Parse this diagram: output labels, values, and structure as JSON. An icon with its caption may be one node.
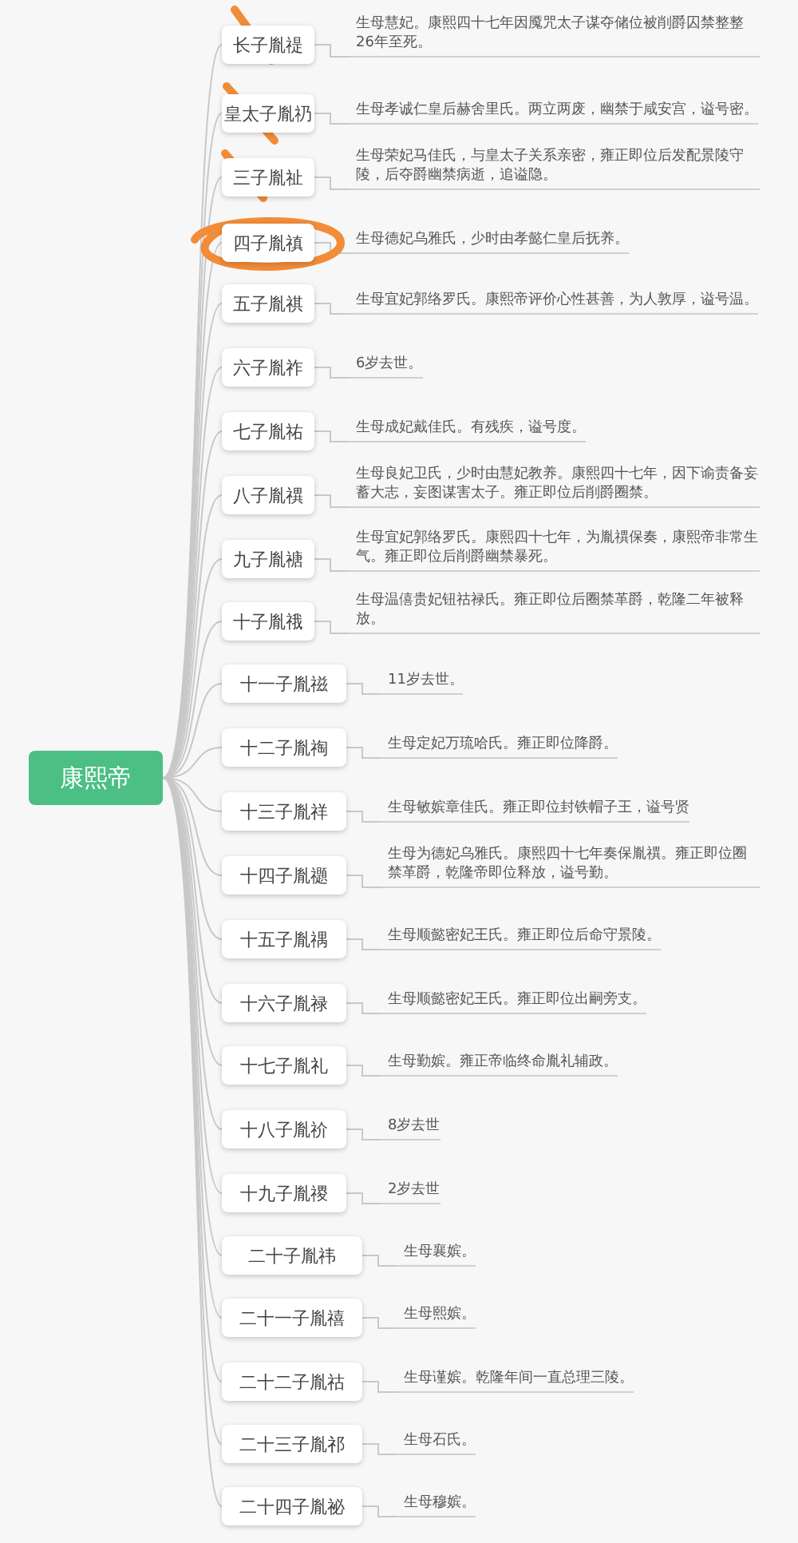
{
  "diagram": {
    "nodes": [
      {
        "text": [
          "康熙帝"
        ]
      },
      {
        "text": [
          "长子胤禔"
        ]
      },
      {
        "text": [
          "生母慧妃。康熙四十七年因魇咒太子谋夺储位被削爵囚禁整整26年至死。"
        ]
      },
      {
        "text": [
          "皇太子胤礽"
        ]
      },
      {
        "text": [
          "生母孝诚仁皇后赫舍里氏。两立两废，幽禁于咸安宫，谥号密。"
        ]
      },
      {
        "text": [
          "三子胤祉"
        ]
      },
      {
        "text": [
          "生母荣妃马佳氏，与皇太子关系亲密，雍正即位后发配景陵守陵，后夺爵幽禁病逝，追谥隐。"
        ]
      },
      {
        "text": [
          "四子胤禛"
        ]
      },
      {
        "text": [
          "生母德妃乌雅氏，少时由孝懿仁皇后抚养。"
        ]
      },
      {
        "text": [
          "五子胤祺"
        ]
      },
      {
        "text": [
          "生母宜妃郭络罗氏。康熙帝评价心性甚善，为人敦厚，谥号温。"
        ]
      },
      {
        "text": [
          "六子胤祚"
        ]
      },
      {
        "text": [
          "6岁去世。"
        ]
      },
      {
        "text": [
          "七子胤祐"
        ]
      },
      {
        "text": [
          "生母成妃戴佳氏。有残疾，谥号度。"
        ]
      },
      {
        "text": [
          "八子胤禩"
        ]
      },
      {
        "text": [
          "生母良妃卫氏，少时由慧妃教养。康熙四十七年，因下谕责备妄蓄大志，妄图谋害太子。雍正即位后削爵圈禁。"
        ]
      },
      {
        "text": [
          "九子胤禟"
        ]
      },
      {
        "text": [
          "生母宜妃郭络罗氏。康熙四十七年，为胤禩保奏，康熙帝非常生气。雍正即位后削爵幽禁暴死。"
        ]
      },
      {
        "text": [
          "十子胤䄉"
        ]
      },
      {
        "text": [
          "生母温僖贵妃钮祜禄氏。雍正即位后圈禁革爵，乾隆二年被释放。"
        ]
      },
      {
        "text": [
          "十一子胤禌"
        ]
      },
      {
        "text": [
          "11岁去世。"
        ]
      },
      {
        "text": [
          "十二子胤祹"
        ]
      },
      {
        "text": [
          "生母定妃万琉哈氏。雍正即位降爵。"
        ]
      },
      {
        "text": [
          "十三子胤祥"
        ]
      },
      {
        "text": [
          "生母敏嫔章佳氏。雍正即位封铁帽子王，谥号贤"
        ]
      },
      {
        "text": [
          "十四子胤禵"
        ]
      },
      {
        "text": [
          "生母为德妃乌雅氏。康熙四十七年奏保胤禩。雍正即位圈禁革爵，乾隆帝即位释放，谥号勤。"
        ]
      },
      {
        "text": [
          "十五子胤禑"
        ]
      },
      {
        "text": [
          "生母顺懿密妃王氏。雍正即位后命守景陵。"
        ]
      },
      {
        "text": [
          "十六子胤禄"
        ]
      },
      {
        "text": [
          "生母顺懿密妃王氏。雍正即位出嗣旁支。"
        ]
      },
      {
        "text": [
          "十七子胤礼"
        ]
      },
      {
        "text": [
          "生母勤嫔。雍正帝临终命胤礼辅政。"
        ]
      },
      {
        "text": [
          "十八子胤祄"
        ]
      },
      {
        "text": [
          "8岁去世"
        ]
      },
      {
        "text": [
          "十九子胤禝"
        ]
      },
      {
        "text": [
          "2岁去世"
        ]
      },
      {
        "text": [
          "二十子胤祎"
        ]
      },
      {
        "text": [
          "生母襄嫔。"
        ]
      },
      {
        "text": [
          "二十一子胤禧"
        ]
      },
      {
        "text": [
          "生母熙嫔。"
        ]
      },
      {
        "text": [
          "二十二子胤祜"
        ]
      },
      {
        "text": [
          "生母谨嫔。乾隆年间一直总理三陵。"
        ]
      },
      {
        "text": [
          "二十三子胤祁"
        ]
      },
      {
        "text": [
          "生母石氏。"
        ]
      },
      {
        "text": [
          "二十四子胤祕"
        ]
      },
      {
        "text": [
          "生母穆嫔。"
        ]
      }
    ],
    "edges": [
      {
        "from": 0,
        "to": 1,
        "arrow": "none"
      },
      {
        "from": 1,
        "to": 2,
        "arrow": "none"
      },
      {
        "from": 0,
        "to": 3,
        "arrow": "none"
      },
      {
        "from": 3,
        "to": 4,
        "arrow": "none"
      },
      {
        "from": 0,
        "to": 5,
        "arrow": "none"
      },
      {
        "from": 5,
        "to": 6,
        "arrow": "none"
      },
      {
        "from": 0,
        "to": 7,
        "arrow": "none"
      },
      {
        "from": 7,
        "to": 8,
        "arrow": "none"
      },
      {
        "from": 0,
        "to": 9,
        "arrow": "none"
      },
      {
        "from": 9,
        "to": 10,
        "arrow": "none"
      },
      {
        "from": 0,
        "to": 11,
        "arrow": "none"
      },
      {
        "from": 11,
        "to": 12,
        "arrow": "none"
      },
      {
        "from": 0,
        "to": 13,
        "arrow": "none"
      },
      {
        "from": 13,
        "to": 14,
        "arrow": "none"
      },
      {
        "from": 0,
        "to": 15,
        "arrow": "none"
      },
      {
        "from": 15,
        "to": 16,
        "arrow": "none"
      },
      {
        "from": 0,
        "to": 17,
        "arrow": "none"
      },
      {
        "from": 17,
        "to": 18,
        "arrow": "none"
      },
      {
        "from": 0,
        "to": 19,
        "arrow": "none"
      },
      {
        "from": 19,
        "to": 20,
        "arrow": "none"
      },
      {
        "from": 0,
        "to": 21,
        "arrow": "none"
      },
      {
        "from": 21,
        "to": 22,
        "arrow": "none"
      },
      {
        "from": 0,
        "to": 23,
        "arrow": "none"
      },
      {
        "from": 23,
        "to": 24,
        "arrow": "none"
      },
      {
        "from": 0,
        "to": 25,
        "arrow": "none"
      },
      {
        "from": 25,
        "to": 26,
        "arrow": "none"
      },
      {
        "from": 0,
        "to": 27,
        "arrow": "none"
      },
      {
        "from": 27,
        "to": 28,
        "arrow": "none"
      },
      {
        "from": 0,
        "to": 29,
        "arrow": "none"
      },
      {
        "from": 29,
        "to": 30,
        "arrow": "none"
      },
      {
        "from": 0,
        "to": 31,
        "arrow": "none"
      },
      {
        "from": 31,
        "to": 32,
        "arrow": "none"
      },
      {
        "from": 0,
        "to": 33,
        "arrow": "none"
      },
      {
        "from": 33,
        "to": 34,
        "arrow": "none"
      },
      {
        "from": 0,
        "to": 35,
        "arrow": "none"
      },
      {
        "from": 35,
        "to": 36,
        "arrow": "none"
      },
      {
        "from": 0,
        "to": 37,
        "arrow": "none"
      },
      {
        "from": 37,
        "to": 38,
        "arrow": "none"
      },
      {
        "from": 0,
        "to": 39,
        "arrow": "none"
      },
      {
        "from": 39,
        "to": 40,
        "arrow": "none"
      },
      {
        "from": 0,
        "to": 41,
        "arrow": "none"
      },
      {
        "from": 41,
        "to": 42,
        "arrow": "none"
      },
      {
        "from": 0,
        "to": 43,
        "arrow": "none"
      },
      {
        "from": 43,
        "to": 44,
        "arrow": "none"
      },
      {
        "from": 0,
        "to": 45,
        "arrow": "none"
      },
      {
        "from": 45,
        "to": 46,
        "arrow": "none"
      },
      {
        "from": 0,
        "to": 47,
        "arrow": "none"
      },
      {
        "from": 47,
        "to": 48,
        "arrow": "none"
      }
    ]
  }
}
